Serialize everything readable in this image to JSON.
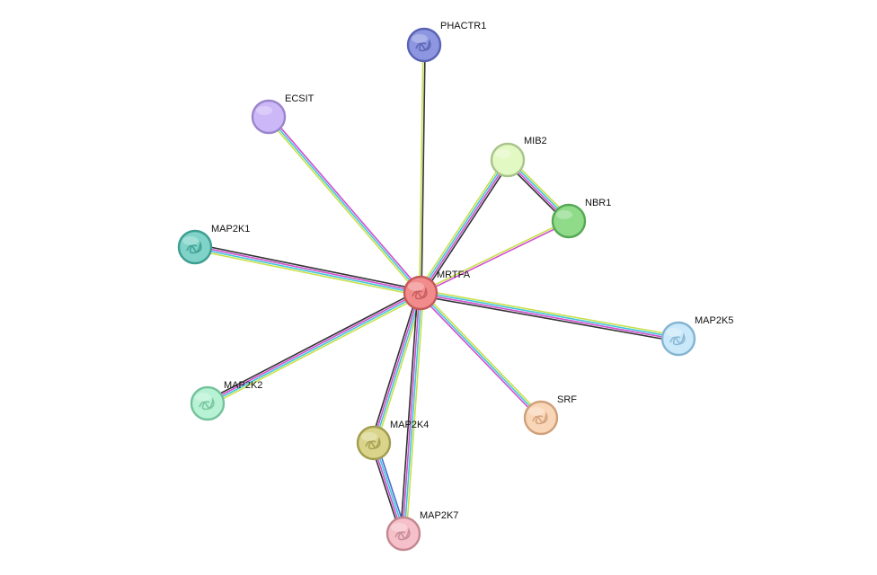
{
  "network": {
    "nodes": [
      {
        "id": "MRTFA",
        "label": "MRTFA",
        "fill": "#f28b8b",
        "stroke": "#c45a5a",
        "icon": "protein-structure-icon"
      },
      {
        "id": "PHACTR1",
        "label": "PHACTR1",
        "fill": "#8d96e0",
        "stroke": "#5a63b3",
        "icon": "protein-structure-icon"
      },
      {
        "id": "ECSIT",
        "label": "ECSIT",
        "fill": "#cdb8f7",
        "stroke": "#9a84cc",
        "icon": ""
      },
      {
        "id": "MIB2",
        "label": "MIB2",
        "fill": "#e3f9c4",
        "stroke": "#a8c48a",
        "icon": ""
      },
      {
        "id": "NBR1",
        "label": "NBR1",
        "fill": "#8fdb8a",
        "stroke": "#55a854",
        "icon": ""
      },
      {
        "id": "MAP2K1",
        "label": "MAP2K1",
        "fill": "#7fd3c8",
        "stroke": "#3e9d91",
        "icon": "protein-structure-icon"
      },
      {
        "id": "MAP2K5",
        "label": "MAP2K5",
        "fill": "#c9e8fa",
        "stroke": "#84b4d2",
        "icon": "protein-structure-icon"
      },
      {
        "id": "MAP2K2",
        "label": "MAP2K2",
        "fill": "#b6f2d3",
        "stroke": "#74c29b",
        "icon": "protein-structure-icon"
      },
      {
        "id": "SRF",
        "label": "SRF",
        "fill": "#f9d6b7",
        "stroke": "#cfa07a",
        "icon": "protein-structure-icon"
      },
      {
        "id": "MAP2K4",
        "label": "MAP2K4",
        "fill": "#d9d48a",
        "stroke": "#a19c4e",
        "icon": "protein-structure-icon"
      },
      {
        "id": "MAP2K7",
        "label": "MAP2K7",
        "fill": "#f5c0c9",
        "stroke": "#c48791",
        "icon": "protein-structure-icon"
      }
    ],
    "edges": [
      {
        "from": "MRTFA",
        "to": "PHACTR1",
        "colors": [
          "#c8e04a",
          "#333333"
        ]
      },
      {
        "from": "MRTFA",
        "to": "ECSIT",
        "colors": [
          "#c8e04a",
          "#3fc6d9",
          "#d04fd0"
        ]
      },
      {
        "from": "MRTFA",
        "to": "MIB2",
        "colors": [
          "#c8e04a",
          "#3fc6d9",
          "#d04fd0",
          "#333333"
        ]
      },
      {
        "from": "MRTFA",
        "to": "NBR1",
        "colors": [
          "#c8e04a",
          "#d04fd0"
        ]
      },
      {
        "from": "MIB2",
        "to": "NBR1",
        "colors": [
          "#c8e04a",
          "#3fc6d9",
          "#d04fd0",
          "#333333"
        ]
      },
      {
        "from": "MRTFA",
        "to": "MAP2K1",
        "colors": [
          "#c8e04a",
          "#3fc6d9",
          "#d04fd0",
          "#333333"
        ]
      },
      {
        "from": "MRTFA",
        "to": "MAP2K5",
        "colors": [
          "#c8e04a",
          "#3fc6d9",
          "#d04fd0",
          "#333333"
        ]
      },
      {
        "from": "MRTFA",
        "to": "MAP2K2",
        "colors": [
          "#c8e04a",
          "#3fc6d9",
          "#d04fd0",
          "#333333"
        ]
      },
      {
        "from": "MRTFA",
        "to": "SRF",
        "colors": [
          "#c8e04a",
          "#3fc6d9",
          "#d04fd0"
        ]
      },
      {
        "from": "MRTFA",
        "to": "MAP2K4",
        "colors": [
          "#c8e04a",
          "#3fc6d9",
          "#d04fd0",
          "#333333"
        ]
      },
      {
        "from": "MRTFA",
        "to": "MAP2K7",
        "colors": [
          "#c8e04a",
          "#3fc6d9",
          "#d04fd0",
          "#333333"
        ]
      },
      {
        "from": "MAP2K4",
        "to": "MAP2K7",
        "colors": [
          "#4a6bd0",
          "#3fc6d9",
          "#d04fd0",
          "#333333"
        ]
      }
    ]
  }
}
